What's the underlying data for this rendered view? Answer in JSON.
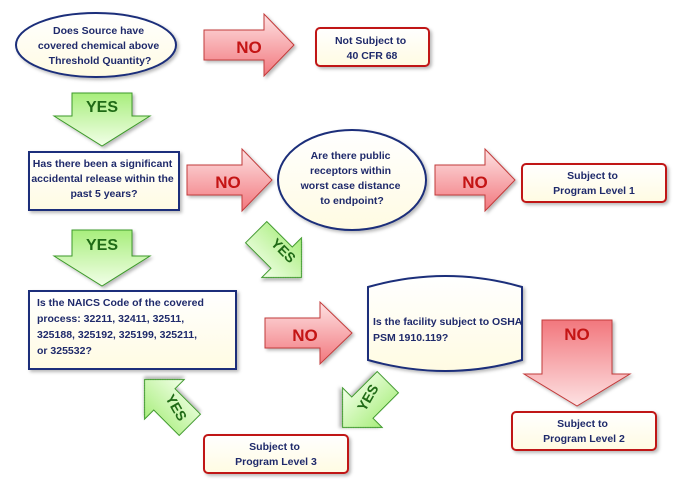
{
  "colors": {
    "ellipse_border": "#1a2f7a",
    "box_border": "#1a2f7a",
    "result_border": "#c01818",
    "text": "#1f2a6b",
    "no_fill": "#f47f84",
    "no_text": "#c41414",
    "yes_fill": "#b3f28a",
    "yes_text": "#1f6a16",
    "node_fill": "#fffff0"
  },
  "nodes": {
    "q_source": [
      "Does Source have",
      "covered chemical above",
      "Threshold Quantity?"
    ],
    "not_subject": [
      "Not Subject to",
      "40 CFR 68"
    ],
    "q_release": [
      "Has there been a significant",
      "accidental release within the",
      "past 5 years?"
    ],
    "q_public": [
      "Are there public",
      "receptors within",
      "worst case distance",
      "to endpoint?"
    ],
    "level1": [
      "Subject to",
      "Program Level 1"
    ],
    "q_naics": [
      "Is the NAICS Code of the covered",
      "process:  32211, 32411, 32511,",
      "325188, 325192, 325199, 325211,",
      "or 325532?"
    ],
    "q_osha": [
      "Is the facility subject to OSHA",
      "PSM 1910.119?"
    ],
    "level2": [
      "Subject to",
      "Program Level 2"
    ],
    "level3": [
      "Subject to",
      "Program Level 3"
    ]
  },
  "arrows": {
    "no_label": "NO",
    "yes_label": "YES"
  }
}
